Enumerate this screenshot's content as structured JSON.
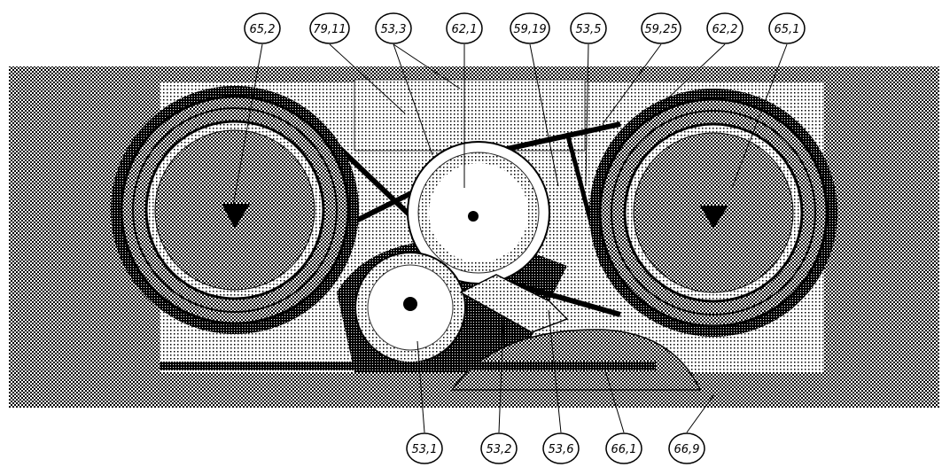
{
  "figure": {
    "callouts_top": [
      "65,2",
      "79,11",
      "53,3",
      "62,1",
      "59,19",
      "53,5",
      "59,25",
      "62,2",
      "65,1"
    ],
    "callouts_bottom": [
      "53,1",
      "53,2",
      "53,6",
      "66,1",
      "66,9"
    ]
  }
}
